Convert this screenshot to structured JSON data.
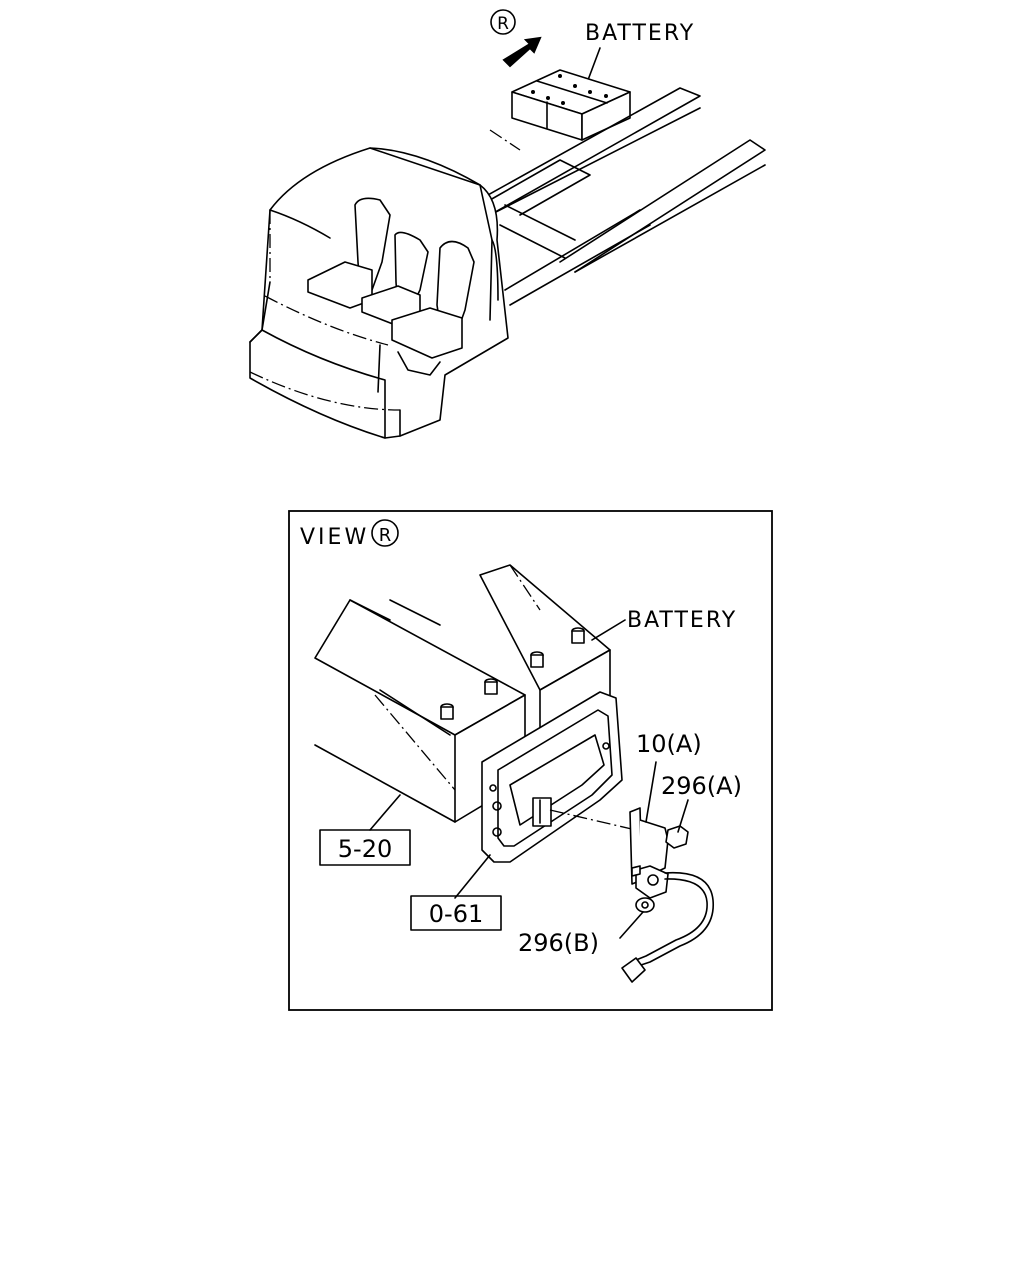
{
  "overview": {
    "view_marker": "R",
    "battery_label": "BATTERY"
  },
  "detail_view": {
    "title_prefix": "VIEW",
    "title_marker": "R",
    "battery_label": "BATTERY",
    "callouts": {
      "part_10a": "10(A)",
      "part_296a": "296(A)",
      "part_296b": "296(B)"
    },
    "references": {
      "ref_5_20": "5-20",
      "ref_0_61": "0-61"
    }
  }
}
